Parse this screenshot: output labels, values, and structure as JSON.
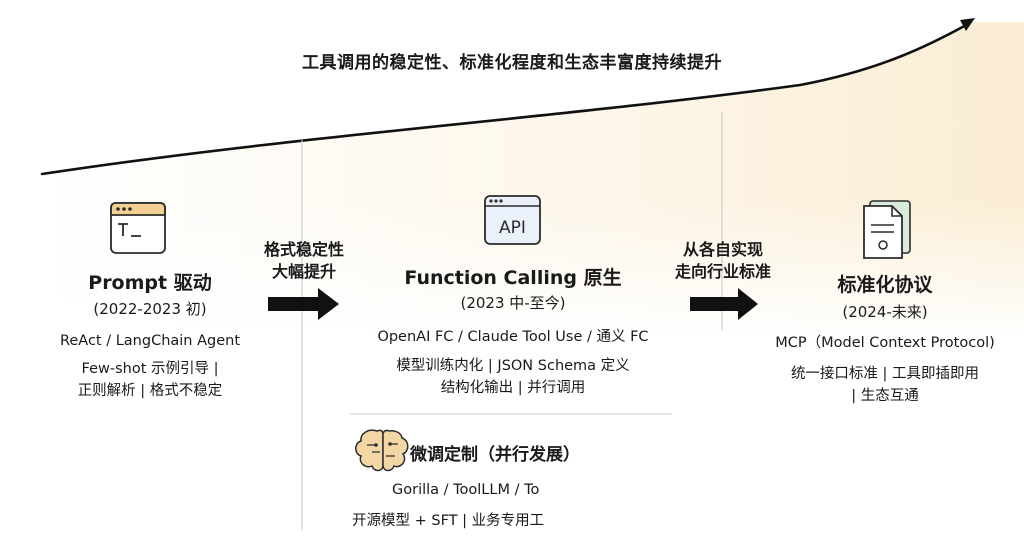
{
  "header": {
    "trend_text": "工具调用的稳定性、标准化程度和生态丰富度持续提升"
  },
  "stages": [
    {
      "icon": "terminal-icon",
      "title": "Prompt 驱动",
      "period": "(2022-2023 初)",
      "examples": "ReAct / LangChain Agent",
      "notes": [
        "Few-shot 示例引导 |",
        "正则解析 | 格式不稳定"
      ]
    },
    {
      "icon": "api-icon",
      "icon_text": "API",
      "title": "Function Calling 原生",
      "period": "(2023 中-至今)",
      "examples": "OpenAI FC / Claude Tool Use / 通义 FC",
      "notes": [
        "模型训练内化 | JSON Schema 定义",
        "结构化输出 | 并行调用"
      ]
    },
    {
      "icon": "document-icon",
      "title": "标准化协议",
      "period": "(2024-未来)",
      "examples": "MCP（Model Context Protocol)",
      "notes": [
        "统一接口标准 | 工具即插即用",
        "| 生态互通"
      ]
    }
  ],
  "transitions": [
    {
      "lines": [
        "格式稳定性",
        "大幅提升"
      ]
    },
    {
      "lines": [
        "从各自实现",
        "走向行业标准"
      ]
    }
  ],
  "branch": {
    "icon": "brain-icon",
    "title": "微调定制（并行发展）",
    "examples": "Gorilla / ToolLLM / To",
    "note": "开源模型 + SFT | 业务专用工"
  },
  "colors": {
    "band_start": "#ffffff",
    "band_end": "#fbedd3",
    "arrow": "#111111",
    "divider": "#cfcfcf"
  }
}
